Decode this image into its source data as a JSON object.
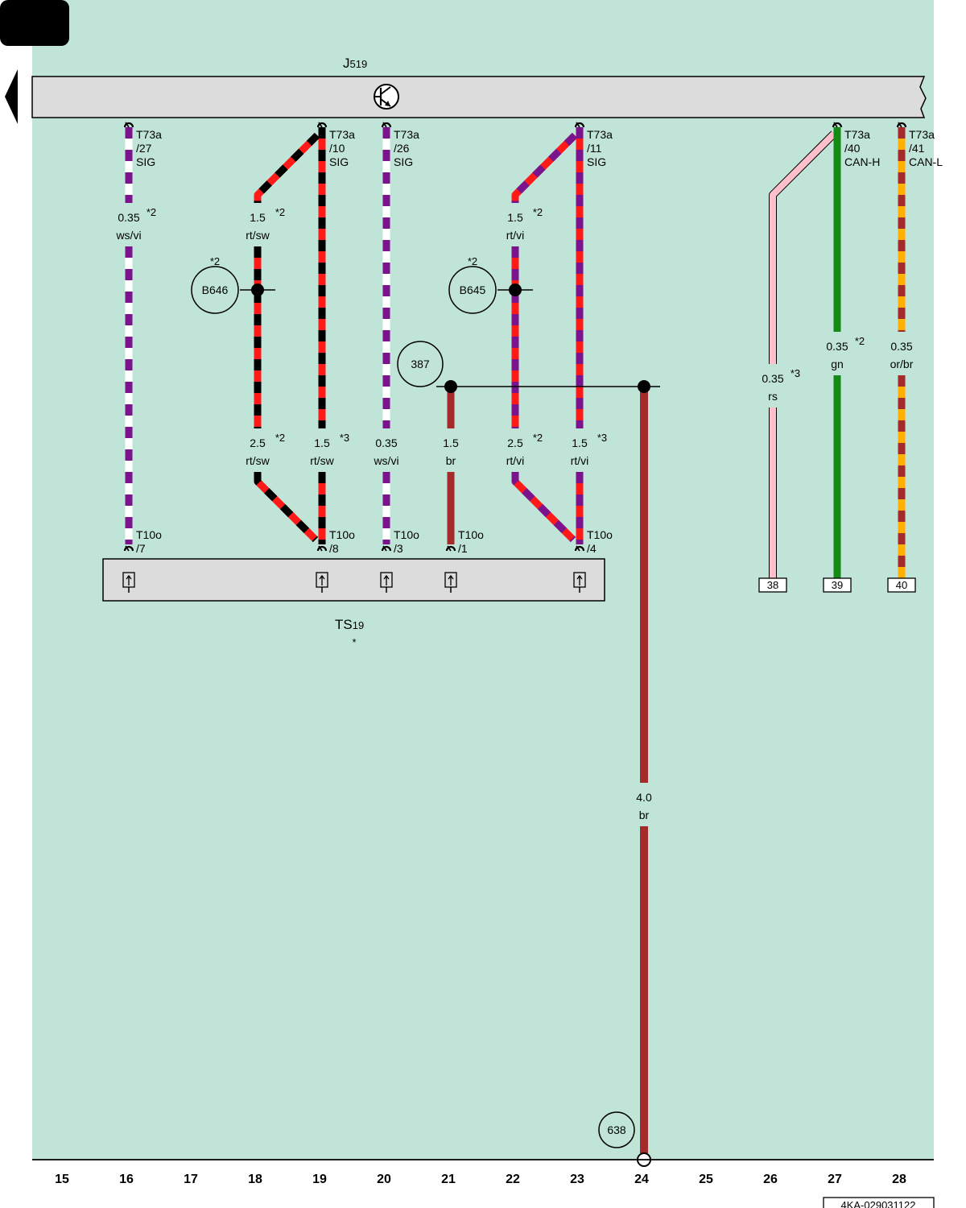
{
  "colors": {
    "background": "#c0e5d8",
    "component_fill": "#dcdcdc",
    "ws": "#ffffff",
    "vi": "#7b148c",
    "rt": "#ff1a1a",
    "sw": "#000000",
    "br": "#a52a2a",
    "gn": "#138a13",
    "or": "#ffb000",
    "rs": "#ffc0cb"
  },
  "header": {
    "tab_icon": "black-tab-label",
    "nav_icon": "left-arrow-icon"
  },
  "control_unit": {
    "name": "J",
    "index": "519",
    "icon": "transistor-icon"
  },
  "terminal_strip": {
    "name": "TS",
    "index": "19",
    "note": "*"
  },
  "pins_top": [
    {
      "code": "T73a",
      "pin": "/27",
      "signal": "SIG"
    },
    {
      "code": "T73a",
      "pin": "/10",
      "signal": "SIG"
    },
    {
      "code": "T73a",
      "pin": "/26",
      "signal": "SIG"
    },
    {
      "code": "T73a",
      "pin": "/11",
      "signal": "SIG"
    },
    {
      "code": "T73a",
      "pin": "/40",
      "signal": "CAN-H"
    },
    {
      "code": "T73a",
      "pin": "/41",
      "signal": "CAN-L"
    }
  ],
  "pins_bottom": [
    {
      "code": "T10o",
      "pin": "/7"
    },
    {
      "code": "T10o",
      "pin": "/8"
    },
    {
      "code": "T10o",
      "pin": "/3"
    },
    {
      "code": "T10o",
      "pin": "/1"
    },
    {
      "code": "T10o",
      "pin": "/4"
    }
  ],
  "wire_labels": [
    {
      "size": "0.35",
      "color": "ws/vi",
      "note": "*2"
    },
    {
      "size": "1.5",
      "color": "rt/sw",
      "note": "*2"
    },
    {
      "size": "2.5",
      "color": "rt/sw",
      "note": "*2"
    },
    {
      "size": "1.5",
      "color": "rt/sw",
      "note": "*3"
    },
    {
      "size": "0.35",
      "color": "ws/vi",
      "note": ""
    },
    {
      "size": "1.5",
      "color": "br",
      "note": ""
    },
    {
      "size": "1.5",
      "color": "rt/vi",
      "note": "*2"
    },
    {
      "size": "2.5",
      "color": "rt/vi",
      "note": "*2"
    },
    {
      "size": "1.5",
      "color": "rt/vi",
      "note": "*3"
    },
    {
      "size": "0.35",
      "color": "rs",
      "note": "*3"
    },
    {
      "size": "0.35",
      "color": "gn",
      "note": "*2"
    },
    {
      "size": "0.35",
      "color": "or/br",
      "note": ""
    },
    {
      "size": "4.0",
      "color": "br",
      "note": ""
    }
  ],
  "splice_points": [
    {
      "id": "B646",
      "note": "*2"
    },
    {
      "id": "B645",
      "note": "*2"
    }
  ],
  "references": [
    "387",
    "638"
  ],
  "continuation_boxes": [
    "38",
    "39",
    "40"
  ],
  "track_numbers": [
    "15",
    "16",
    "17",
    "18",
    "19",
    "20",
    "21",
    "22",
    "23",
    "24",
    "25",
    "26",
    "27",
    "28"
  ],
  "document_id": "4KA-029031122"
}
